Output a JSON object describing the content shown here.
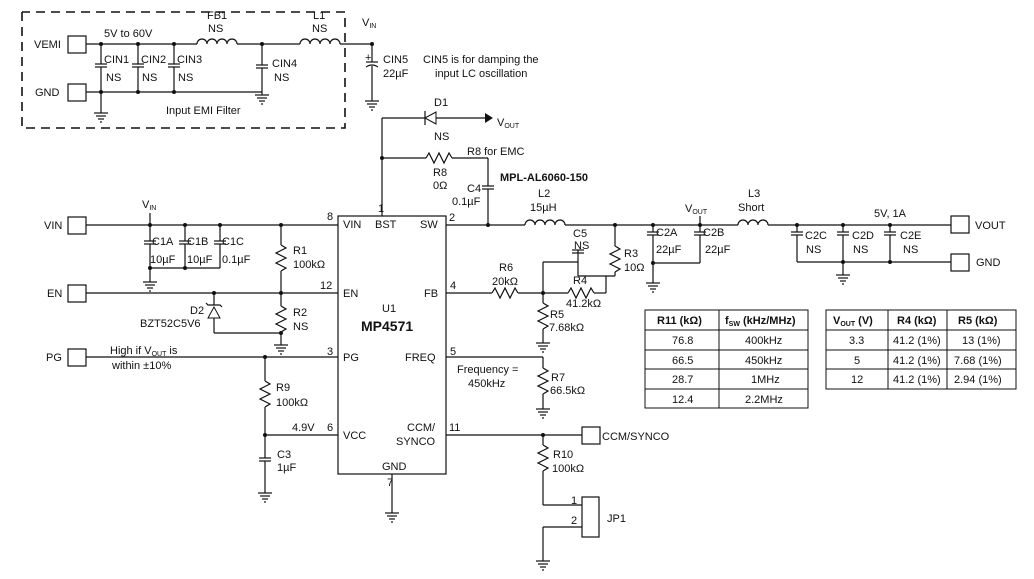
{
  "emi": {
    "title": "Input EMI Filter",
    "range": "5V to 60V",
    "vemi": "VEMI",
    "gnd": "GND",
    "fb1": "FB1",
    "fb1_val": "NS",
    "l1": "L1",
    "l1_val": "NS",
    "cin1": "CIN1",
    "cin2": "CIN2",
    "cin3": "CIN3",
    "cin4": "CIN4",
    "ns": "NS"
  },
  "vin_label": "V",
  "vin_sub": "IN",
  "cin5": {
    "name": "CIN5",
    "value": "22µF",
    "note_line1": "CIN5 is for damping the",
    "note_line2": "input LC oscillation"
  },
  "d1": {
    "name": "D1",
    "value": "NS",
    "vout": "V",
    "vout_sub": "OUT"
  },
  "r8": {
    "note": "R8 for EMC",
    "name": "R8",
    "value": "0Ω"
  },
  "c4": {
    "name": "C4",
    "value": "0.1µF"
  },
  "l2": {
    "part": "MPL-AL6060-150",
    "name": "L2",
    "value": "15µH"
  },
  "c5": {
    "name": "C5",
    "value": "NS"
  },
  "r3": {
    "name": "R3",
    "value": "10Ω"
  },
  "c2a": {
    "name": "C2A",
    "value": "22µF"
  },
  "c2b": {
    "name": "C2B",
    "value": "22µF"
  },
  "l3": {
    "name": "L3",
    "value": "Short"
  },
  "c2c": {
    "name": "C2C",
    "value": "NS"
  },
  "c2d": {
    "name": "C2D",
    "value": "NS"
  },
  "c2e": {
    "name": "C2E",
    "value": "NS"
  },
  "out_rating": "5V, 1A",
  "connectors": {
    "vin": "VIN",
    "en": "EN",
    "pg": "PG",
    "vout": "VOUT",
    "gnd": "GND",
    "ccm": "CCM/SYNCO"
  },
  "c1a": {
    "name": "C1A",
    "value": "10µF"
  },
  "c1b": {
    "name": "C1B",
    "value": "10µF"
  },
  "c1c": {
    "name": "C1C",
    "value": "0.1µF"
  },
  "r1": {
    "name": "R1",
    "value": "100kΩ"
  },
  "r2": {
    "name": "R2",
    "value": "NS"
  },
  "d2": {
    "name": "D2",
    "value": "BZT52C5V6"
  },
  "pg_note_line1": "High if V",
  "pg_note_sub": "OUT",
  "pg_note_tail": " is",
  "pg_note_line2": "within ±10%",
  "r9": {
    "name": "R9",
    "value": "100kΩ"
  },
  "c3": {
    "name": "C3",
    "value": "1µF"
  },
  "vcc_voltage": "4.9V",
  "r6": {
    "name": "R6",
    "value": "20kΩ"
  },
  "r4": {
    "name": "R4",
    "value": "41.2kΩ"
  },
  "r5": {
    "name": "R5",
    "value": "7.68kΩ"
  },
  "freq_note_line1": "Frequency =",
  "freq_note_line2": "450kHz",
  "r7": {
    "name": "R7",
    "value": "66.5kΩ"
  },
  "r10": {
    "name": "R10",
    "value": "100kΩ"
  },
  "jp1": {
    "name": "JP1",
    "pin1": "1",
    "pin2": "2"
  },
  "ic": {
    "ref": "U1",
    "part": "MP4571",
    "pins": {
      "vin": "VIN",
      "bst": "BST",
      "sw": "SW",
      "en": "EN",
      "fb": "FB",
      "pg": "PG",
      "freq": "FREQ",
      "vcc": "VCC",
      "ccm_line1": "CCM/",
      "ccm_line2": "SYNCO",
      "gnd": "GND"
    },
    "pin_numbers": {
      "vin": "8",
      "bst": "1",
      "sw": "2",
      "en": "12",
      "fb": "4",
      "pg": "3",
      "freq": "5",
      "vcc": "6",
      "ccm": "11",
      "gnd": "7"
    }
  },
  "freq_table": {
    "headers": [
      "R11 (kΩ)",
      "f",
      "SW",
      " (kHz/MHz)"
    ],
    "rows": [
      [
        "76.8",
        "400kHz"
      ],
      [
        "66.5",
        "450kHz"
      ],
      [
        "28.7",
        "1MHz"
      ],
      [
        "12.4",
        "2.2MHz"
      ]
    ]
  },
  "vout_table": {
    "headers": [
      "V",
      "OUT",
      " (V)",
      "R4 (kΩ)",
      "R5 (kΩ)"
    ],
    "rows": [
      [
        "3.3",
        "41.2 (1%)",
        "13 (1%)"
      ],
      [
        "5",
        "41.2 (1%)",
        "7.68 (1%)"
      ],
      [
        "12",
        "41.2 (1%)",
        "2.94 (1%)"
      ]
    ]
  }
}
